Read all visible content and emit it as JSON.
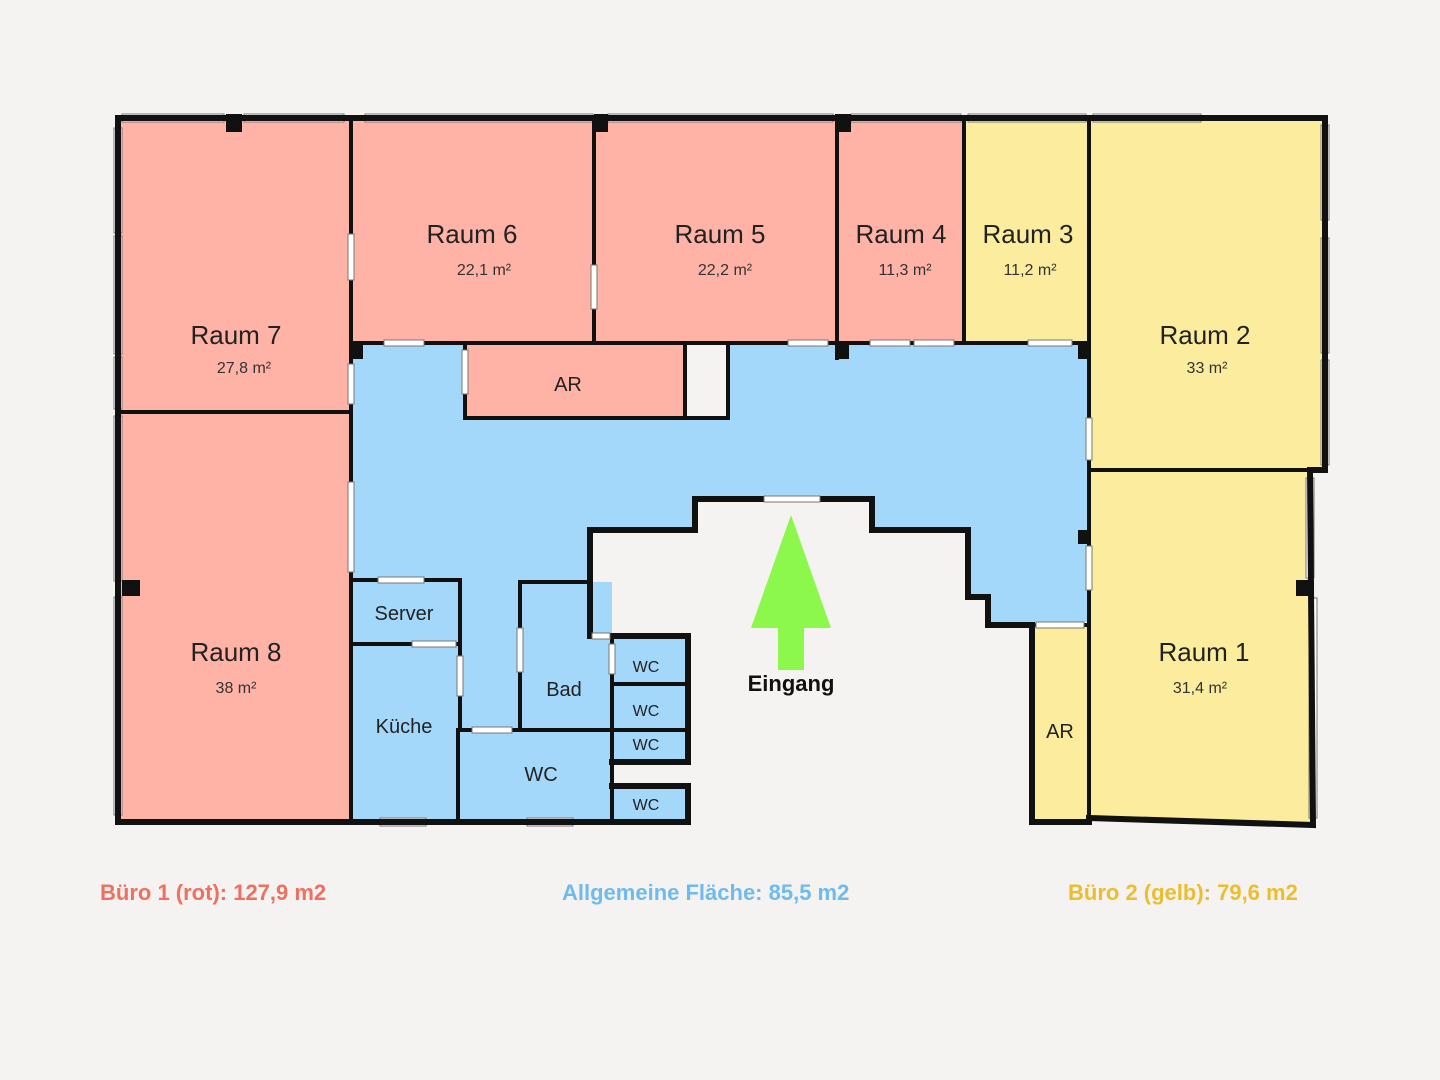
{
  "colors": {
    "office1": "#ffb3a6",
    "office2": "#fbec9e",
    "common": "#a4d8fb",
    "wall": "#111111",
    "arrow": "#8cf84c",
    "summary_red": "#f07060",
    "summary_blue": "#6ebbf0",
    "summary_yellow": "#ebbe2e"
  },
  "rooms": {
    "raum7": {
      "name": "Raum 7",
      "area": "27,8 m²"
    },
    "raum6": {
      "name": "Raum 6",
      "area": "22,1 m²"
    },
    "raum5": {
      "name": "Raum 5",
      "area": "22,2 m²"
    },
    "raum4": {
      "name": "Raum 4",
      "area": "11,3 m²"
    },
    "raum3": {
      "name": "Raum 3",
      "area": "11,2 m²"
    },
    "raum2": {
      "name": "Raum 2",
      "area": "33 m²"
    },
    "raum1": {
      "name": "Raum 1",
      "area": "31,4 m²"
    },
    "raum8": {
      "name": "Raum 8",
      "area": "38 m²"
    }
  },
  "labels": {
    "ar_top": "AR",
    "ar_right": "AR",
    "server": "Server",
    "kueche": "Küche",
    "bad": "Bad",
    "wc_main": "WC",
    "wc1": "WC",
    "wc2": "WC",
    "wc3": "WC",
    "wc4": "WC",
    "entrance": "Eingang"
  },
  "summary": {
    "office1": "Büro 1 (rot): 127,9 m2",
    "common": "Allgemeine Fläche: 85,5 m2",
    "office2": "Büro 2 (gelb): 79,6 m2"
  }
}
